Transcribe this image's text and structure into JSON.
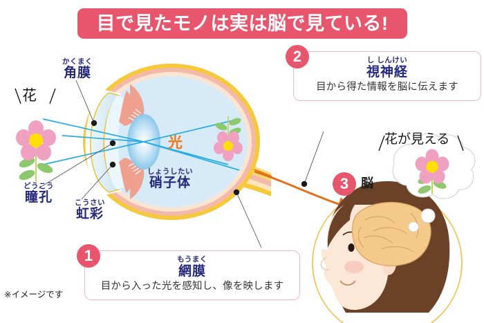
{
  "title": {
    "text": "目で見たモノは実は脳で見ている!",
    "bg_color": "#e8566e",
    "text_color": "#ffffff"
  },
  "labels": {
    "flower_outside": "花",
    "cornea": {
      "furigana": "かくまく",
      "kanji": "角膜"
    },
    "pupil": {
      "furigana": "どうこう",
      "kanji": "瞳孔"
    },
    "iris": {
      "furigana": "こうさい",
      "kanji": "虹彩"
    },
    "vitreous": {
      "furigana": "しょうしたい",
      "kanji": "硝子体"
    },
    "light": "光",
    "brain": "脳",
    "sees_flower": "花が見える",
    "disclaimer": "※イメージです"
  },
  "callouts": [
    {
      "number": "1",
      "furigana": "もうまく",
      "title": "網膜",
      "description": "目から入った光を感知し、像を映します"
    },
    {
      "number": "2",
      "furigana": "し しんけい",
      "title": "視神経",
      "description": "目から得た情報を脳に伝えます"
    }
  ],
  "badge3": {
    "number": "3"
  },
  "colors": {
    "accent_pink": "#e8566e",
    "label_navy": "#26287e",
    "light_orange": "#f07818",
    "callout_border": "#f0b7c4",
    "sclera_yellow": "#f6c83c",
    "iris_salmon": "#f0a08e",
    "vitreous_blue": "#d6ebf7",
    "ray_cyan": "#29ace3",
    "flower_pink": "#f0a0c0",
    "flower_center": "#ffe000",
    "leaf_green": "#8ec86e",
    "brain_tan": "#f5c98a",
    "hair_brown": "#6b4128",
    "skin": "#fde8d8",
    "nerve_arrow": "#e0701a"
  }
}
